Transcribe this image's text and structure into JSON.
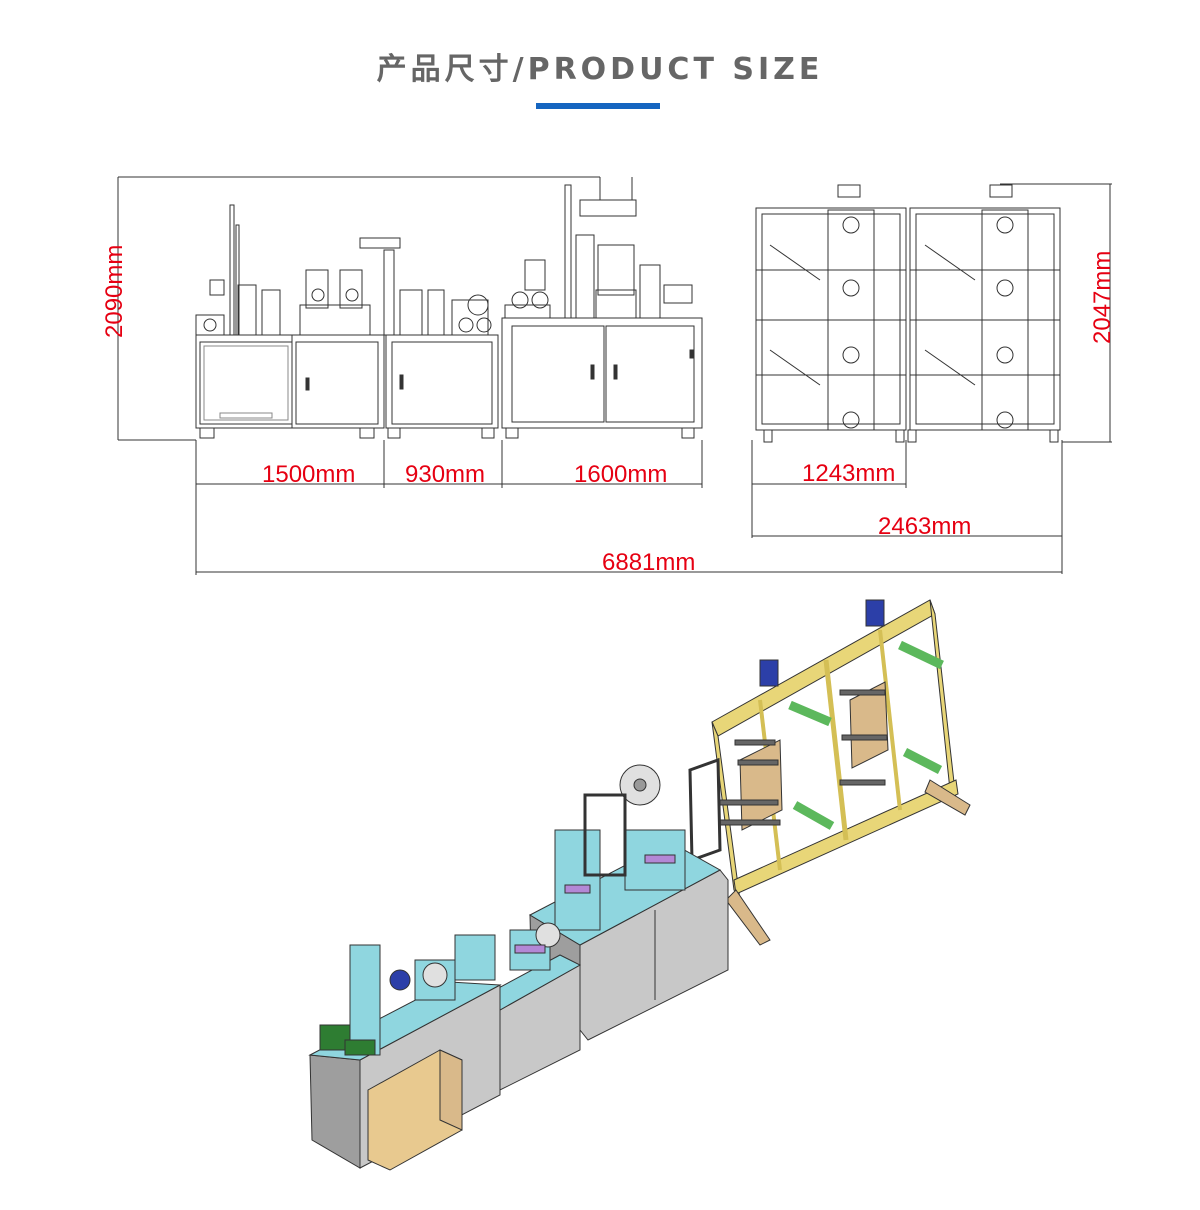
{
  "header": {
    "title": "产品尺寸/PRODUCT SIZE",
    "accent_color": "#1565c0"
  },
  "dimensions": {
    "front_height": "2090mm",
    "section_1_length": "1500mm",
    "section_2_length": "930mm",
    "section_3_length": "1600mm",
    "total_length": "6881mm",
    "side_height": "2047mm",
    "side_unit_width": "1243mm",
    "side_total_width": "2463mm"
  },
  "colors": {
    "dimension_text": "#e60012",
    "line": "#333333",
    "frame_yellow": "#e8d678",
    "panel_cyan": "#8fd6df",
    "motor_blue": "#2c3fa8",
    "roller_green": "#5cb85c",
    "cabinet_gray": "#c8c8c8"
  }
}
